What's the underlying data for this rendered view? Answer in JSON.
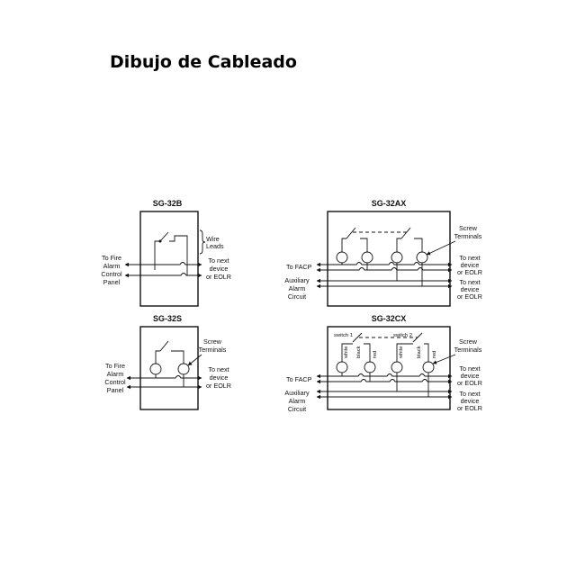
{
  "page": {
    "title": "Dibujo de Cableado"
  },
  "diagrams": {
    "sg32b": {
      "title": "SG-32B",
      "wire_leads": [
        "Wire",
        "Leads"
      ],
      "left_label": [
        "To Fire",
        "Alarm",
        "Control",
        "Panel"
      ],
      "right_label": [
        "To next",
        "device",
        "or EOLR"
      ]
    },
    "sg32ax": {
      "title": "SG-32AX",
      "screw": [
        "Screw",
        "Terminals"
      ],
      "facp": "To FACP",
      "aux": [
        "Auxiliary",
        "Alarm",
        "Circuit"
      ],
      "next1": [
        "To next",
        "device",
        "or EOLR"
      ],
      "next2": [
        "To next",
        "device",
        "or EOLR"
      ]
    },
    "sg32s": {
      "title": "SG-32S",
      "screw": [
        "Screw",
        "Terminals"
      ],
      "left_label": [
        "To Fire",
        "Alarm",
        "Control",
        "Panel"
      ],
      "right_label": [
        "To next",
        "device",
        "or EOLR"
      ]
    },
    "sg32cx": {
      "title": "SG-32CX",
      "switch1": "switch 1",
      "switch2": "switch 2",
      "wires": [
        "white",
        "black",
        "red",
        "white",
        "black",
        "red"
      ],
      "screw": [
        "Screw",
        "Terminals"
      ],
      "facp": "To FACP",
      "aux": [
        "Auxiliary",
        "Alarm",
        "Circuit"
      ],
      "next1": [
        "To next",
        "device",
        "or EOLR"
      ],
      "next2": [
        "To next",
        "device",
        "or EOLR"
      ]
    }
  }
}
